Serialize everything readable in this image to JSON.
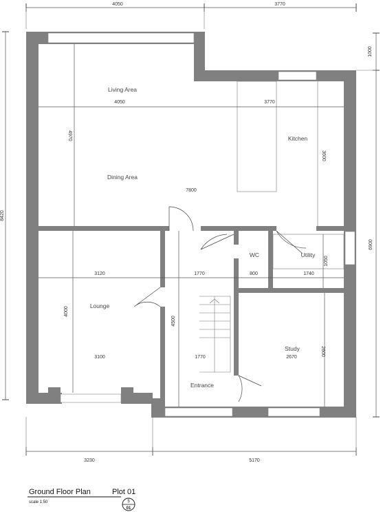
{
  "title": "Ground Floor Plan",
  "plot": "Plot 01",
  "scale": "scale 1:50",
  "ref_top": "5",
  "ref_bottom": "01",
  "rooms": {
    "living": "Living Area",
    "dining": "Dining Area",
    "kitchen": "Kitchen",
    "wc": "WC",
    "utility": "Utility",
    "lounge": "Lounge",
    "study": "Study",
    "entrance": "Entrance"
  },
  "dimensions": {
    "top_left": "4050",
    "top_right": "3770",
    "right_upper": "1000",
    "left_total": "8420",
    "right_lower": "6900",
    "bottom_left": "3230",
    "bottom_right": "5170",
    "living_w": "4050",
    "living_w_right": "3770",
    "living_h": "4970",
    "kitchen_h": "3600",
    "diag": "7800",
    "mid_1": "3120",
    "mid_2": "1770",
    "mid_3": "800",
    "mid_4": "1740",
    "utility_h": "1050",
    "lounge_h": "4000",
    "lounge_w": "3100",
    "entrance_h": "4500",
    "entrance_w": "1770",
    "study_w": "2670",
    "study_h": "2600"
  }
}
